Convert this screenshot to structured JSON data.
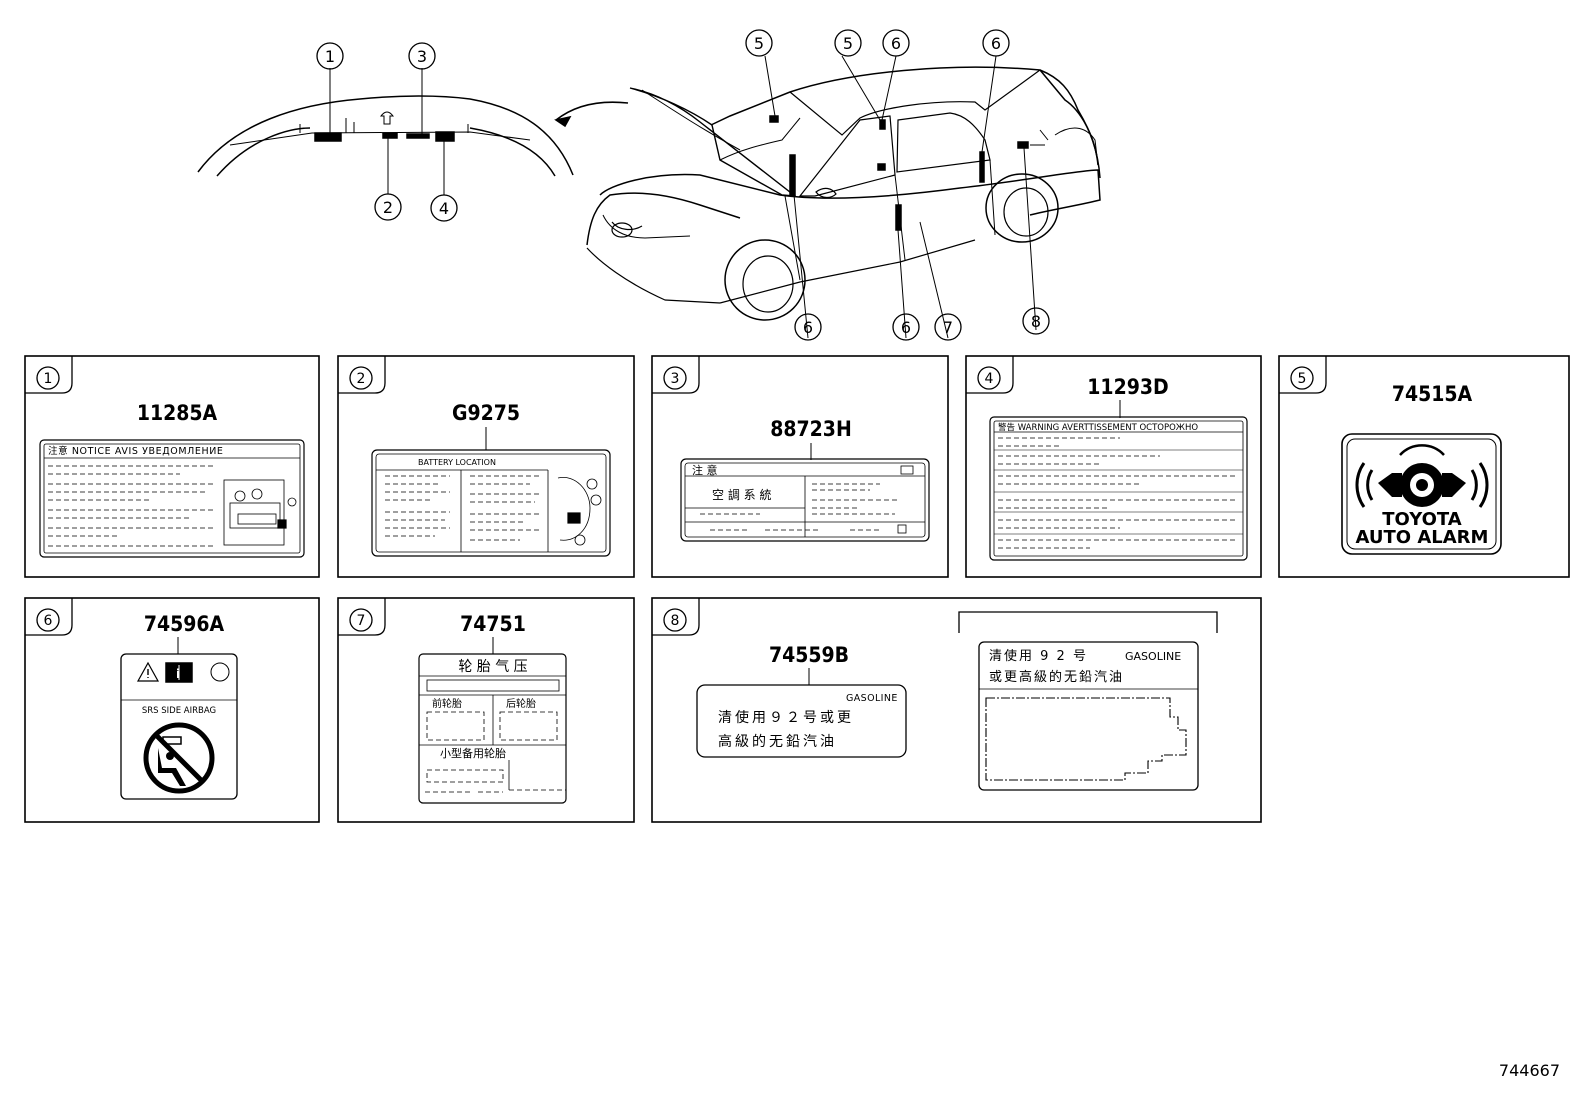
{
  "callouts": [
    "1",
    "2",
    "3",
    "4",
    "5",
    "6",
    "7",
    "8"
  ],
  "panels": [
    {
      "num": "1",
      "part": "11285A",
      "header": "注意 NOTICE AVIS УВЕДОМЛЕНИЕ"
    },
    {
      "num": "2",
      "part": "G9275",
      "header": "BATTERY LOCATION"
    },
    {
      "num": "3",
      "part": "88723H",
      "header": "注 意",
      "line": "空 調 系 統"
    },
    {
      "num": "4",
      "part": "11293D",
      "header": "警告 WARNING AVERTTISSEMENT ОСТОРОЖНО"
    },
    {
      "num": "5",
      "part": "74515A",
      "line1": "TOYOTA",
      "line2": "AUTO ALARM"
    },
    {
      "num": "6",
      "part": "74596A",
      "caption": "SRS SIDE AIRBAG"
    },
    {
      "num": "7",
      "part": "74751",
      "title": "轮 胎 气 压",
      "front": "前轮胎",
      "rear": "后轮胎",
      "spare": "小型备用轮胎"
    },
    {
      "num": "8",
      "part": "74559B",
      "gas": "GASOLINE",
      "line1": "清使用９２号或更",
      "line2": "高級的无鉛汽油",
      "alt1": "清使用 9 2 号",
      "alt2": "或更高級的无鉛汽油"
    }
  ],
  "diagram_id": "744667"
}
